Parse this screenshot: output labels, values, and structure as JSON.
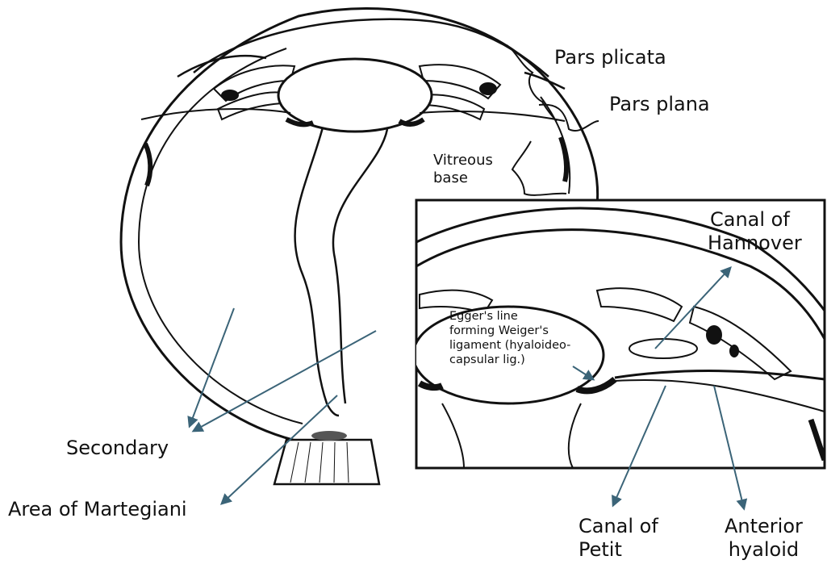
{
  "labels": {
    "pars_plicata": "Pars plicata",
    "pars_plana": "Pars plana",
    "vitreous_base": [
      "Vitreous",
      "base"
    ],
    "canal_of_hannover": [
      "Canal of",
      "Hannover"
    ],
    "eggers_line": [
      "Egger's line",
      "forming Weiger's",
      "ligament (hyaloideo-",
      "capsular lig.)"
    ],
    "secondary": "Secondary",
    "area_of_martegiani": "Area of Martegiani",
    "canal_of_petit": [
      "Canal of",
      "Petit"
    ],
    "anterior_hyaloid": [
      "Anterior",
      "hyaloid"
    ]
  },
  "colors": {
    "outline": "#111111",
    "leader": "#3b6478",
    "background": "#ffffff"
  }
}
